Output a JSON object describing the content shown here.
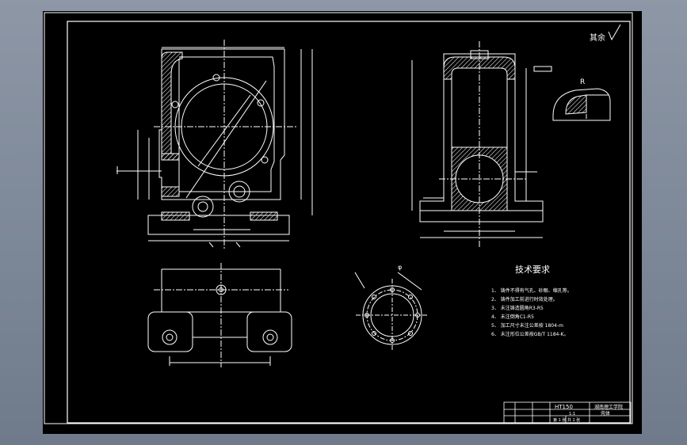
{
  "drawing": {
    "roughness_note": "其余",
    "roughness_symbol": "√",
    "section_label_r": "R",
    "pitch_label": "φ",
    "title_block_tag": "",
    "tech_title": "技术要求",
    "tech_items": [
      "1、 铸件不得有气孔、砂眼、缩孔等。",
      "2、 铸件加工前进行时效处理。",
      "3、 未注铸造圆角R3-R5",
      "4、 未注倒角C1-R5",
      "5、 加工尺寸未注公差按 1804-m",
      "6、 未注形位公差按GB/T 1184-K。"
    ],
    "material": "HT150",
    "school": "湖南理工学院",
    "part_name": "壳体",
    "scale_label": "1:1",
    "sheet_info": "第 1 张 共 1 张"
  },
  "colors": {
    "line": "#ffffff",
    "hatch": "#e8e8e8",
    "background": "#000000"
  }
}
